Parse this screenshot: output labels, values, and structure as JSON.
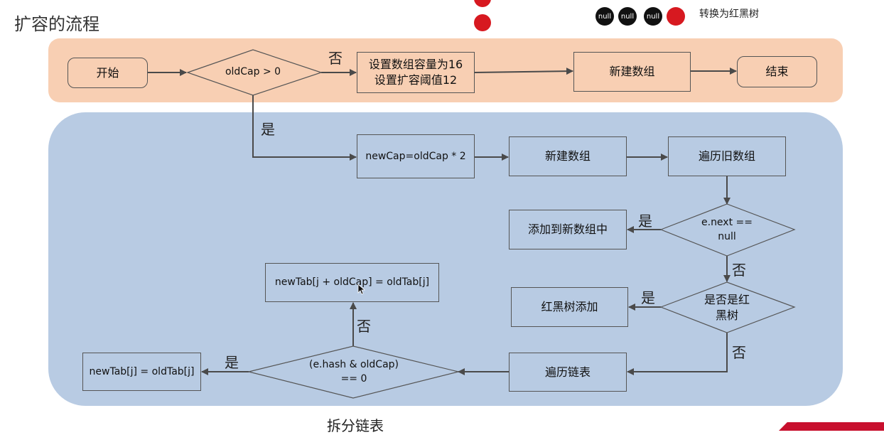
{
  "title": "扩容的流程",
  "legend_text": "转换为红黑树",
  "null_label": "null",
  "caption": "拆分链表",
  "nodes": {
    "start": "开始",
    "oldcap_check": "oldCap > 0",
    "default_cap_line1": "设置数组容量为16",
    "default_cap_line2": "设置扩容阈值12",
    "new_array_top": "新建数组",
    "end": "结束",
    "double_cap": "newCap=oldCap * 2",
    "new_array": "新建数组",
    "traverse_old": "遍历旧数组",
    "enext_line1": "e.next ==",
    "enext_line2": "null",
    "add_new_array": "添加到新数组中",
    "is_rbtree_line1": "是否是红",
    "is_rbtree_line2": "黑树",
    "rbtree_add": "红黑树添加",
    "traverse_list": "遍历链表",
    "hash_line1": "(e.hash & oldCap)",
    "hash_line2": "== 0",
    "newtab_j": "newTab[j] = oldTab[j]",
    "newtab_j_oldcap": "newTab[j + oldCap] = oldTab[j]"
  },
  "labels": {
    "yes": "是",
    "no": "否"
  },
  "colors": {
    "top_band": "#f8cfb3",
    "bottom_band": "#b8cbe3",
    "arrow": "#4a4a4a",
    "red_node": "#d71920",
    "black_node": "#111111"
  }
}
